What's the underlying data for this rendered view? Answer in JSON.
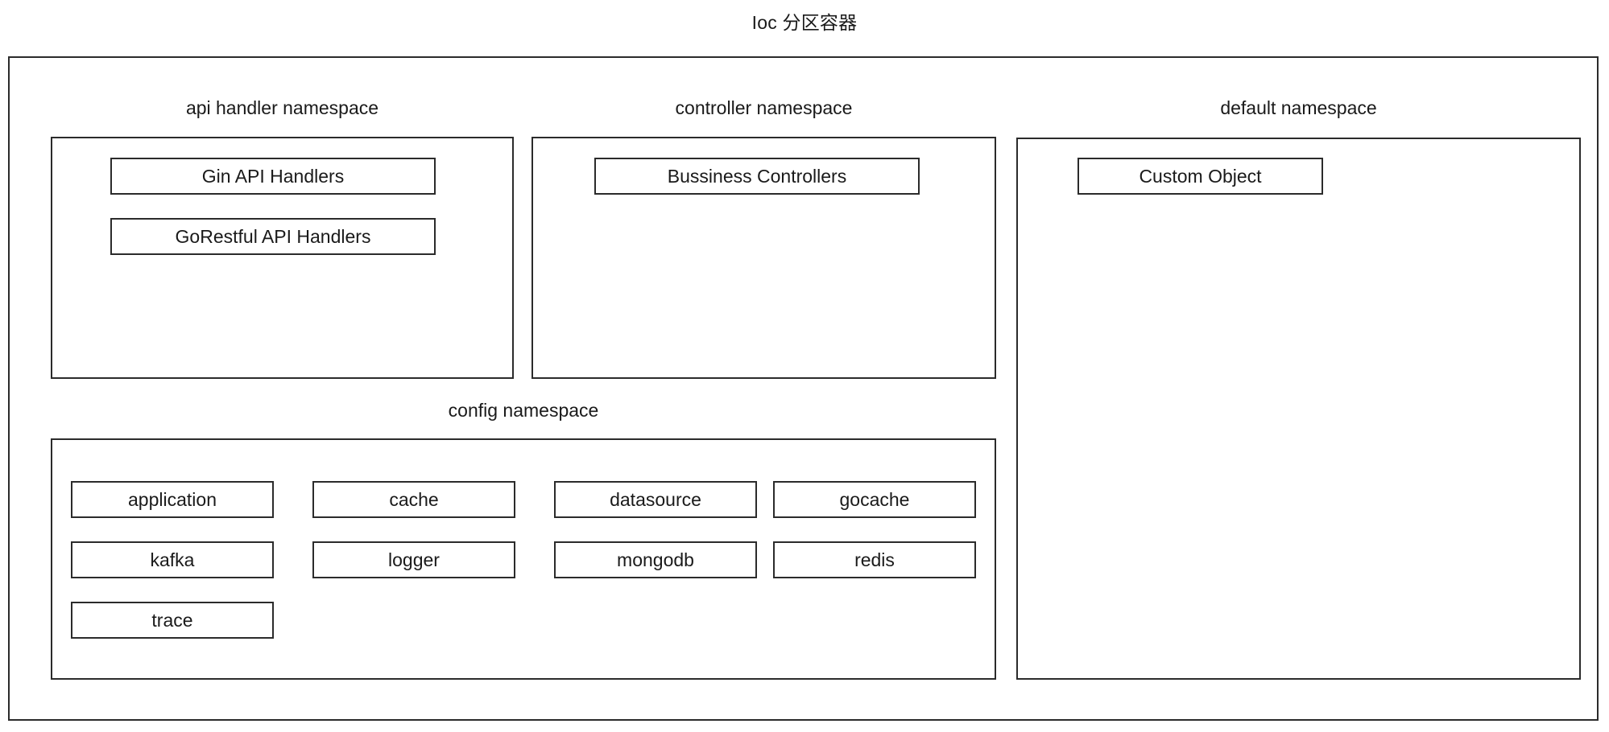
{
  "diagram": {
    "type": "nested-container-diagram",
    "title": "Ioc 分区容器",
    "namespaces": [
      {
        "id": "api-handler",
        "label": "api handler namespace",
        "items": [
          {
            "label": "Gin API Handlers"
          },
          {
            "label": "GoRestful API Handlers"
          }
        ]
      },
      {
        "id": "controller",
        "label": "controller namespace",
        "items": [
          {
            "label": "Bussiness Controllers"
          }
        ]
      },
      {
        "id": "default",
        "label": "default namespace",
        "items": [
          {
            "label": "Custom Object"
          }
        ]
      },
      {
        "id": "config",
        "label": "config namespace",
        "items": [
          {
            "label": "application"
          },
          {
            "label": "cache"
          },
          {
            "label": "datasource"
          },
          {
            "label": "gocache"
          },
          {
            "label": "kafka"
          },
          {
            "label": "logger"
          },
          {
            "label": "mongodb"
          },
          {
            "label": "redis"
          },
          {
            "label": "trace"
          }
        ]
      }
    ],
    "colors": {
      "background": "#ffffff",
      "stroke": "#2b2b2b",
      "text": "#1a1a1a"
    }
  }
}
